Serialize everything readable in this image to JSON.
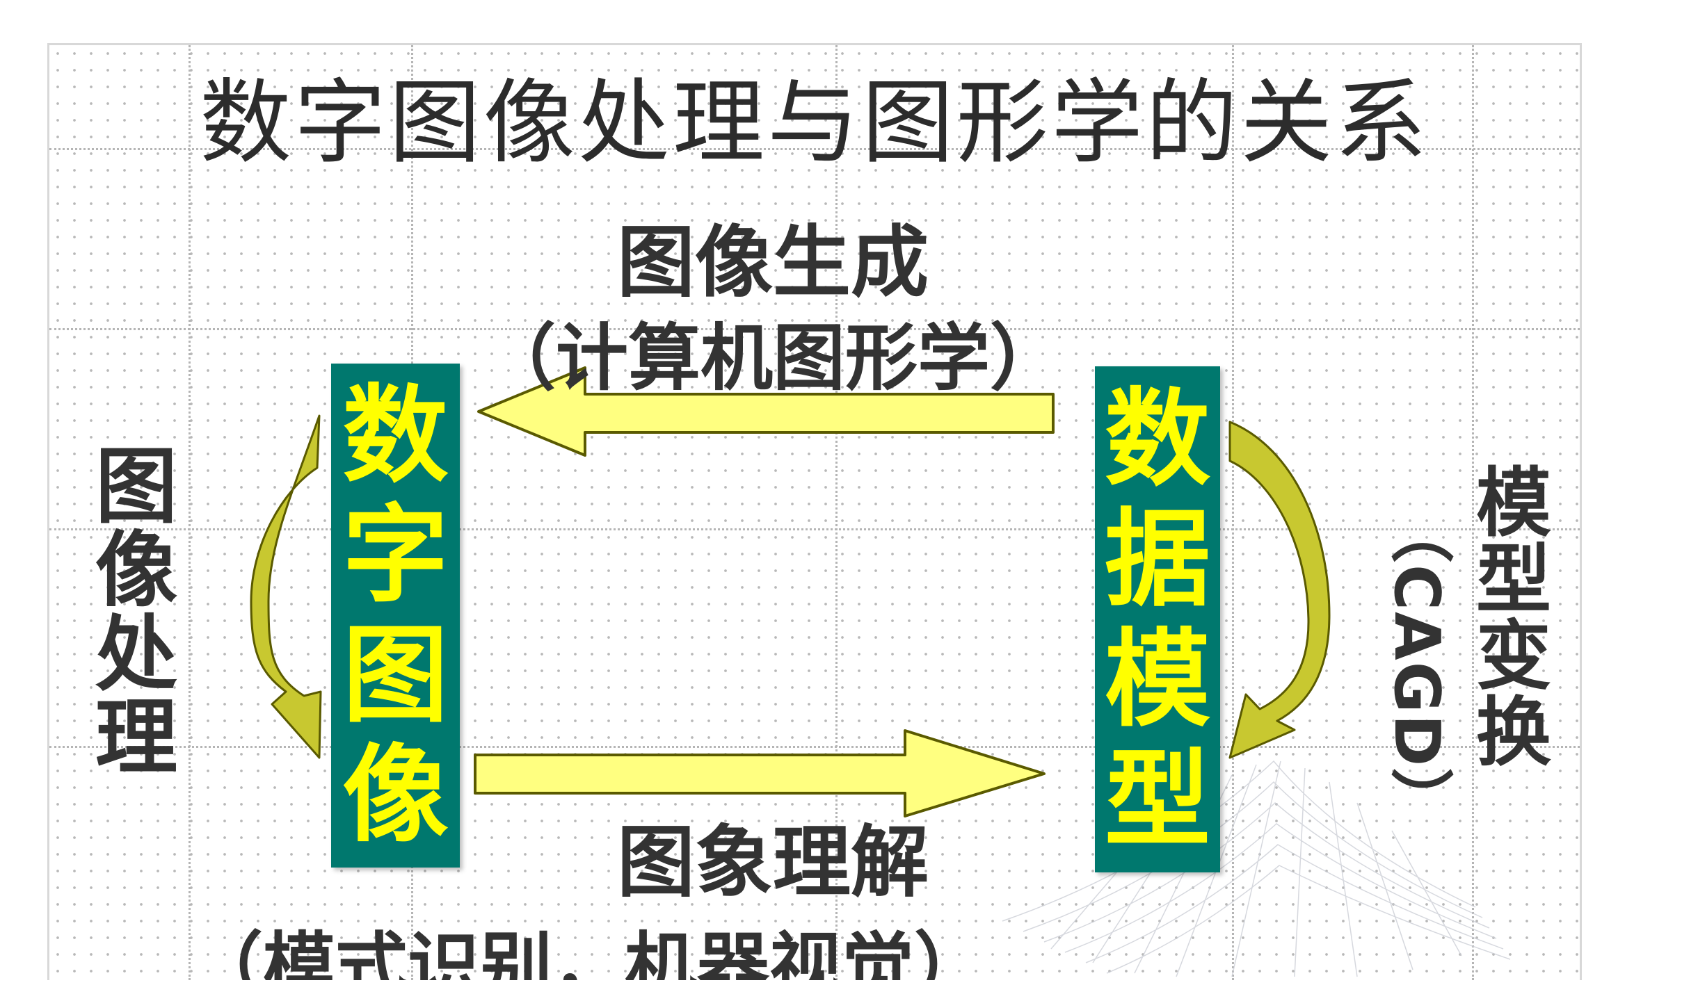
{
  "title": "数字图像处理与图形学的关系",
  "generation": {
    "label": "图像生成",
    "sublabel": "（计算机图形学）"
  },
  "understanding": {
    "label": "图象理解",
    "sublabel": "（模式识别，机器视觉）"
  },
  "image_processing": {
    "label": [
      "图",
      "像",
      "处",
      "理"
    ]
  },
  "model_transform": {
    "label": [
      "模",
      "型",
      "变",
      "换"
    ],
    "cagd": "（CAGD）"
  },
  "digital_image_box": {
    "chars": [
      "数",
      "字",
      "图",
      "像"
    ]
  },
  "data_model_box": {
    "chars": [
      "数",
      "据",
      "模",
      "型"
    ]
  },
  "colors": {
    "box_fill": "#00786e",
    "box_text": "#ffff00",
    "arrow_fill": "#ffff80",
    "arrow_stroke": "#5a5a00",
    "curved_arrow_fill": "#c8c830",
    "text": "#333333"
  },
  "icons": {
    "left_arrow": "arrow-left-icon",
    "right_arrow": "arrow-right-icon",
    "left_curve": "curved-arrow-down-icon",
    "right_curve": "curved-arrow-down-icon",
    "background_mesh": "wireframe-surface-icon"
  }
}
